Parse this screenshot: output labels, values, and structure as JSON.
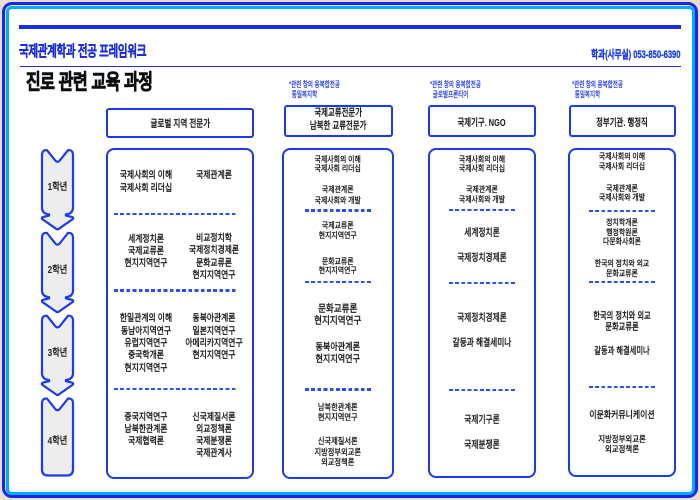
{
  "title_bar": {
    "brand": "국제관계학과 전공 프레임워크",
    "phone": "학과(사무실) 053-850-6390",
    "page_title": "진로 관련 교육 과정"
  },
  "colors": {
    "outer_border": "#1526ee",
    "inner_border": "#00aef5",
    "page_margin": "#e7ddd0",
    "rule_blue": "#1b2ce2",
    "box_border": "#1c3aee",
    "dash_blue": "#2b50f2",
    "note_blue": "#2e49f0",
    "text_dark": "#1e1e1e",
    "ribbon_fill": "#ededed"
  },
  "grades": [
    "1학년",
    "2학년",
    "3학년",
    "4학년"
  ],
  "columns": [
    {
      "header": "글로벌 지역 전문가",
      "left_groups": [
        [
          "국제사회의 이해",
          "국제사회 리더십"
        ],
        [
          "세계정치론",
          "국제교류론",
          "현지지역연구"
        ],
        [
          "한일관계의 이해",
          "동남아지역연구",
          "유럽지역연구",
          "중국학개론",
          "현지지역연구"
        ],
        [
          "중국지역연구",
          "남북한관계론",
          "국제협력론"
        ]
      ],
      "right_groups": [
        [
          "국제관계론"
        ],
        [
          "비교정치학",
          "국제정치경제론",
          "문화교류론",
          "현지지역연구"
        ],
        [
          "동북아관계론",
          "일본지역연구",
          "아메리카지역연구",
          "현지지역연구"
        ],
        [
          "신국제질서론",
          "외교정책론",
          "국제분쟁론",
          "국제관계사"
        ]
      ]
    },
    {
      "note_lines": [
        "*관련 창의 융복합전공",
        "통일복지학"
      ],
      "header_lines": [
        "국제교류전문가",
        "남북한 교류전문가"
      ],
      "groups": [
        [
          "국제사회의 이해",
          "국제사회 리더십"
        ],
        [
          "국제관계론",
          "국제사회와 개발"
        ],
        [
          "국제교류론",
          "현지지역연구"
        ],
        [
          "문화교류론",
          "현지지역연구"
        ],
        [
          "문화교류론",
          "현지지역연구"
        ],
        [
          "동북아관계론",
          "현지지역연구"
        ],
        [
          "남북한관계론",
          "현지지역연구"
        ],
        [
          "신국제질서론",
          "지방정부외교론",
          "외교정책론"
        ]
      ]
    },
    {
      "note_lines": [
        "*관련 창의 융복합전공",
        "글로벌프론티어"
      ],
      "header": "국제기구. NGO",
      "groups": [
        [
          "국제사회의 이해",
          "국제사회 리더십"
        ],
        [
          "국제관계론",
          "국제사회와 개발"
        ],
        [
          "세계정치론"
        ],
        [
          "국제정치경제론"
        ],
        [
          "국제정치경제론"
        ],
        [
          "갈등과 해결세미나"
        ],
        [
          "국제기구론"
        ],
        [
          "국제분쟁론"
        ]
      ]
    },
    {
      "note_lines": [
        "*관련 창의 융복합전공",
        "통일복지학"
      ],
      "header": "정부기관. 행정직",
      "groups": [
        [
          "국제사회의 이해",
          "국제사회 리더십"
        ],
        [
          "국제관계론",
          "국제사회와 개발"
        ],
        [
          "정치학개론",
          "행정학원론",
          "다문화사회론"
        ],
        [
          "한국의 정치와 외교",
          "문화교류론"
        ],
        [
          "한국의 정치와 외교",
          "문화교류론"
        ],
        [
          "갈등과 해결세미나"
        ],
        [
          "이문화커뮤니케이션"
        ],
        [
          "지방정부외교론",
          "외교정책론"
        ]
      ]
    }
  ]
}
